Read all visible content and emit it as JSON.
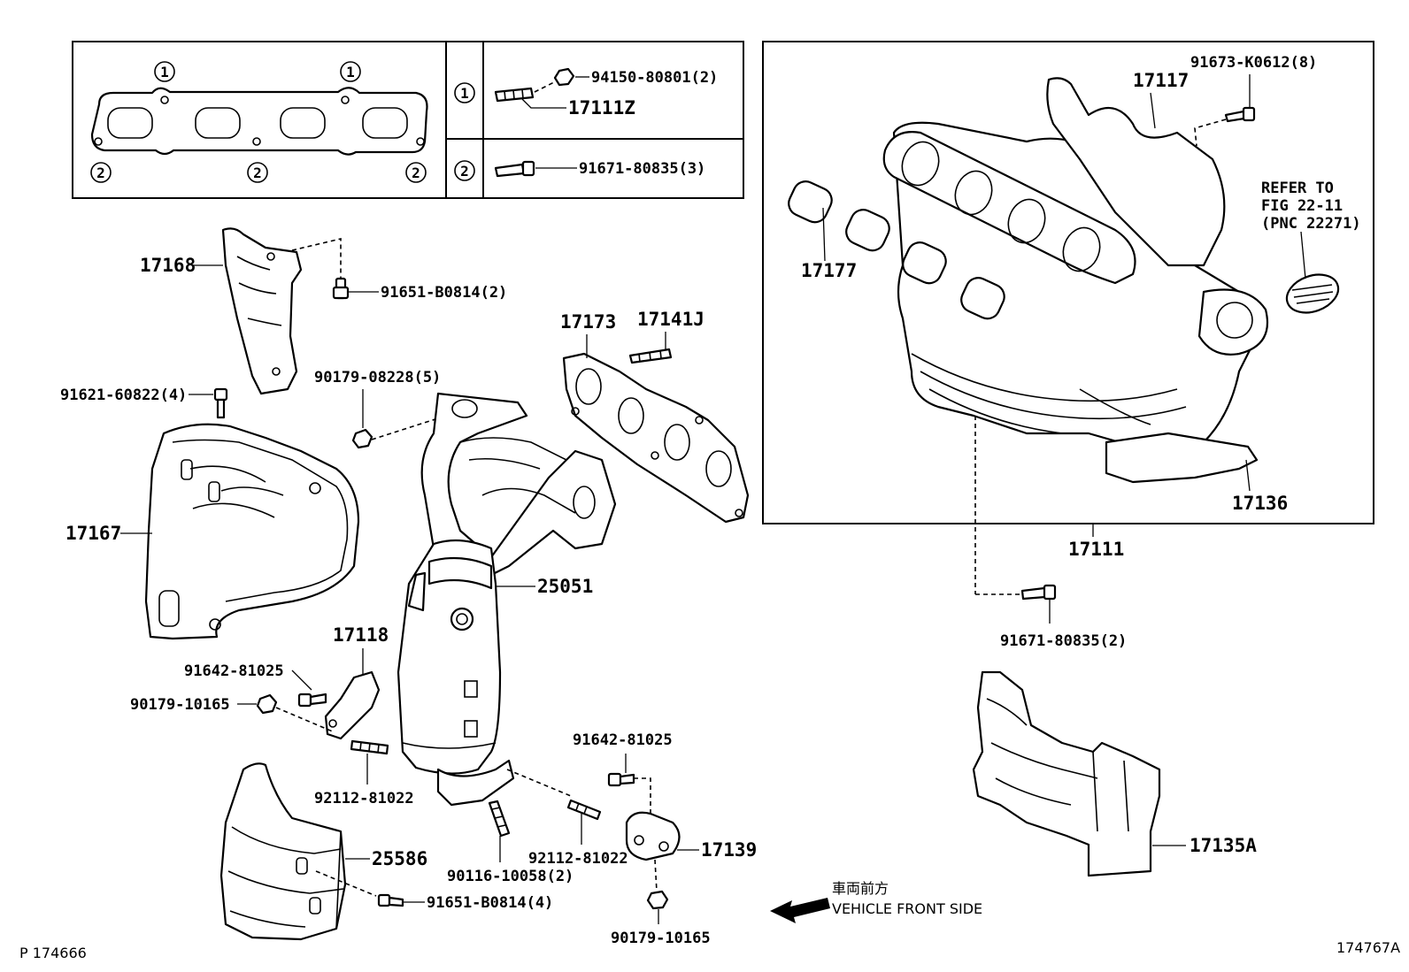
{
  "legend": {
    "callout_1": "1",
    "callout_2": "2",
    "row1_parts": [
      "94150-80801(2)",
      "17111Z"
    ],
    "row2_parts": [
      "91671-80835(3)"
    ]
  },
  "labels": {
    "p17168": "17168",
    "p91651_b0814_2": "91651-B0814(2)",
    "p17173": "17173",
    "p17141j": "17141J",
    "p91621": "91621-60822(4)",
    "p90179_08228": "90179-08228(5)",
    "p17167": "17167",
    "p25051": "25051",
    "p17118": "17118",
    "p91642_a": "91642-81025",
    "p90179_10165_a": "90179-10165",
    "p92112_a": "92112-81022",
    "p91642_b": "91642-81025",
    "p92112_b": "92112-81022",
    "p17139": "17139",
    "p25586": "25586",
    "p90116": "90116-10058(2)",
    "p91651_b0814_4": "91651-B0814(4)",
    "p90179_10165_b": "90179-10165",
    "p17117": "17117",
    "p91673": "91673-K0612(8)",
    "p17177": "17177",
    "p17136": "17136",
    "p17111": "17111",
    "p91671_2": "91671-80835(2)",
    "p17135a": "17135A",
    "refer_1": "REFER TO",
    "refer_2": "FIG 22-11",
    "refer_3": "(PNC 22271)"
  },
  "direction": {
    "jp": "車両前方",
    "en": "VEHICLE FRONT SIDE"
  },
  "footer": {
    "left": "P  174666",
    "right": "174767A"
  }
}
